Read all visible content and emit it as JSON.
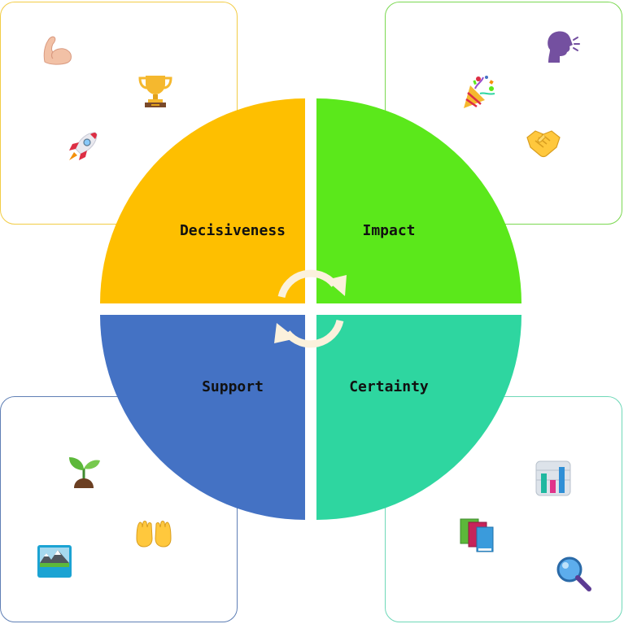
{
  "quadrants": {
    "decisiveness": {
      "label": "Decisiveness",
      "color": "#FEBF00",
      "border": "#F2CC45"
    },
    "impact": {
      "label": "Impact",
      "color": "#5BE81B",
      "border": "#7BD851"
    },
    "support": {
      "label": "Support",
      "color": "#4472C4",
      "border": "#5F7FB5"
    },
    "certainty": {
      "label": "Certainty",
      "color": "#2ED6A0",
      "border": "#6ED8B8"
    }
  },
  "cycle_arrows": {
    "color": "#FBF1DC"
  },
  "icons": {
    "decisiveness": [
      "flexed-biceps-icon",
      "trophy-icon",
      "rocket-icon"
    ],
    "impact": [
      "speaking-head-icon",
      "party-popper-icon",
      "handshake-icon"
    ],
    "support": [
      "seedling-icon",
      "open-hands-icon",
      "landscape-picture-icon"
    ],
    "certainty": [
      "bar-chart-icon",
      "books-icon",
      "magnifying-glass-icon"
    ]
  }
}
